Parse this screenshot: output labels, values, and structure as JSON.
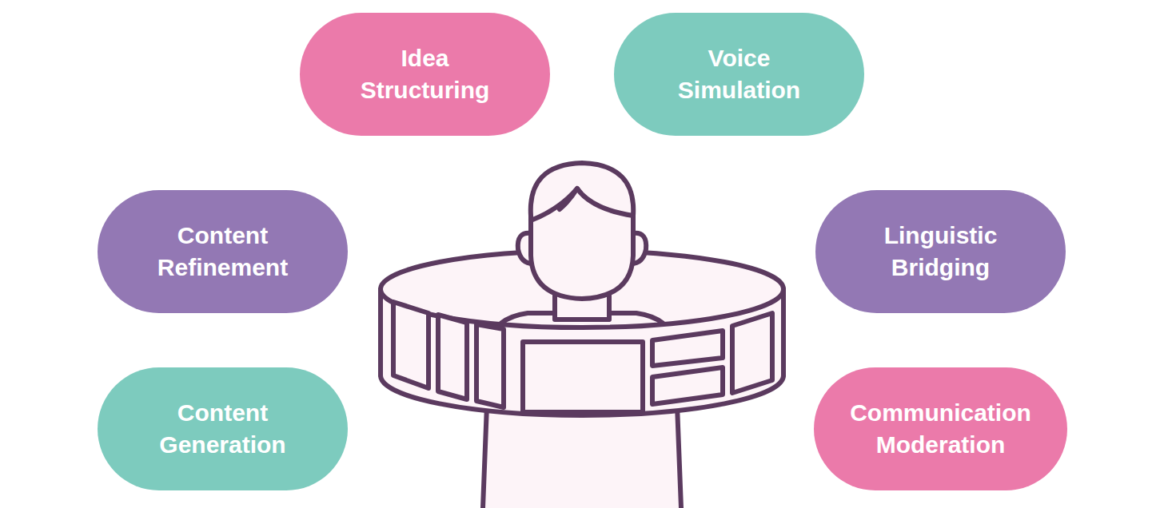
{
  "diagram": {
    "nodes": [
      {
        "text": [
          "Idea Structuring"
        ]
      },
      {
        "text": [
          "Voice Simulation"
        ]
      },
      {
        "text": [
          "Content Refinement"
        ]
      },
      {
        "text": [
          "Linguistic Bridging"
        ]
      },
      {
        "text": [
          "Content Generation"
        ]
      },
      {
        "text": [
          "Communication Moderation"
        ]
      }
    ],
    "edges": []
  }
}
